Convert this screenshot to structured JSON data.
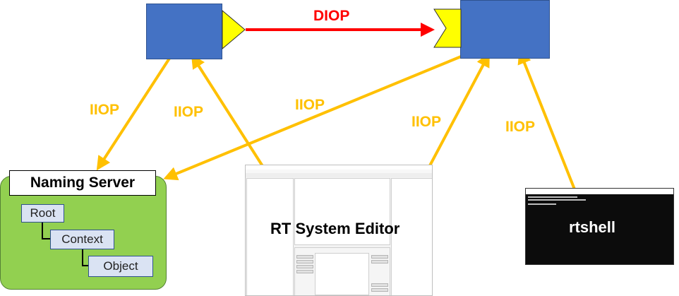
{
  "colors": {
    "component": "#4472c4",
    "iiop": "#ffc000",
    "diop": "#ff0000",
    "naming": "#92d050",
    "tree": "#dae3f3"
  },
  "labels": {
    "diop": "DIOP",
    "iiop": [
      "IIOP",
      "IIOP",
      "IIOP",
      "IIOP",
      "IIOP"
    ]
  },
  "naming_server": {
    "title": "Naming Server",
    "tree": [
      "Root",
      "Context",
      "Object"
    ]
  },
  "rt_system_editor": {
    "label": "RT System Editor"
  },
  "rtshell": {
    "label": "rtshell"
  }
}
